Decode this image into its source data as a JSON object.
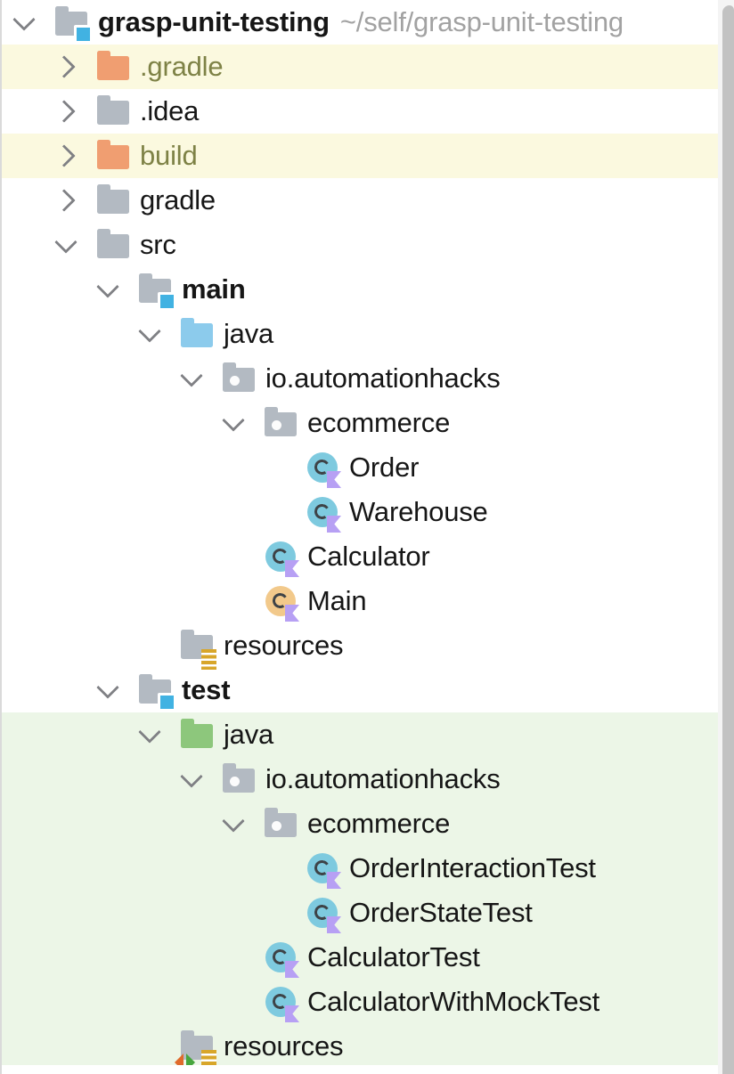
{
  "panel": "project-tree",
  "colors": {
    "excluded_row_highlight": "#fbf9df",
    "test_scope_highlight": "#ecf6e7",
    "excluded_folder_orange": "#f09e71",
    "excluded_label_olive": "#7e8246",
    "plain_folder_gray": "#b3bac2",
    "java_source_folder_blue": "#8ccbec",
    "test_source_folder_green": "#8dc77c",
    "source_root_marker_blue": "#41b2e2",
    "kotlin_class_circle_blue": "#7ecadf",
    "kotlin_main_circle_tan": "#f2c98b",
    "kotlin_flag_purple": "#b7a0f4",
    "resources_bars_gold": "#d8a62a",
    "path_text_gray": "#a2a2a2",
    "scrollbar_thumb": "#c2c2c2"
  },
  "tree": {
    "rows": [
      {
        "label": "grasp-unit-testing",
        "secondary": "~/self/grasp-unit-testing",
        "level": 0,
        "state": "expanded",
        "icon": "source-root-folder",
        "style": "bold"
      },
      {
        "label": ".gradle",
        "level": 1,
        "state": "collapsed",
        "icon": "excluded-folder",
        "style": "olive",
        "highlight": "yellow"
      },
      {
        "label": ".idea",
        "level": 1,
        "state": "collapsed",
        "icon": "folder"
      },
      {
        "label": "build",
        "level": 1,
        "state": "collapsed",
        "icon": "excluded-folder",
        "style": "olive",
        "highlight": "yellow"
      },
      {
        "label": "gradle",
        "level": 1,
        "state": "collapsed",
        "icon": "folder"
      },
      {
        "label": "src",
        "level": 1,
        "state": "expanded",
        "icon": "folder"
      },
      {
        "label": "main",
        "level": 2,
        "state": "expanded",
        "icon": "source-root-folder",
        "style": "bold"
      },
      {
        "label": "java",
        "level": 3,
        "state": "expanded",
        "icon": "java-source-folder"
      },
      {
        "label": "io.automationhacks",
        "level": 4,
        "state": "expanded",
        "icon": "package-folder"
      },
      {
        "label": "ecommerce",
        "level": 5,
        "state": "expanded",
        "icon": "package-folder"
      },
      {
        "label": "Order",
        "level": 6,
        "state": "leaf",
        "icon": "kotlin-class"
      },
      {
        "label": "Warehouse",
        "level": 6,
        "state": "leaf",
        "icon": "kotlin-class"
      },
      {
        "label": "Calculator",
        "level": 5,
        "state": "leaf",
        "icon": "kotlin-class"
      },
      {
        "label": "Main",
        "level": 5,
        "state": "leaf",
        "icon": "kotlin-main-class"
      },
      {
        "label": "resources",
        "level": 3,
        "state": "leaf",
        "icon": "resources-folder"
      },
      {
        "label": "test",
        "level": 2,
        "state": "expanded",
        "icon": "source-root-folder",
        "style": "bold"
      },
      {
        "label": "java",
        "level": 3,
        "state": "expanded",
        "icon": "test-source-folder",
        "highlight": "green"
      },
      {
        "label": "io.automationhacks",
        "level": 4,
        "state": "expanded",
        "icon": "package-folder",
        "highlight": "green"
      },
      {
        "label": "ecommerce",
        "level": 5,
        "state": "expanded",
        "icon": "package-folder",
        "highlight": "green"
      },
      {
        "label": "OrderInteractionTest",
        "level": 6,
        "state": "leaf",
        "icon": "kotlin-class",
        "highlight": "green"
      },
      {
        "label": "OrderStateTest",
        "level": 6,
        "state": "leaf",
        "icon": "kotlin-class",
        "highlight": "green"
      },
      {
        "label": "CalculatorTest",
        "level": 5,
        "state": "leaf",
        "icon": "kotlin-class",
        "highlight": "green"
      },
      {
        "label": "CalculatorWithMockTest",
        "level": 5,
        "state": "leaf",
        "icon": "kotlin-class",
        "highlight": "green"
      },
      {
        "label": "resources",
        "level": 3,
        "state": "leaf",
        "icon": "test-resources-folder",
        "highlight": "green"
      }
    ]
  }
}
